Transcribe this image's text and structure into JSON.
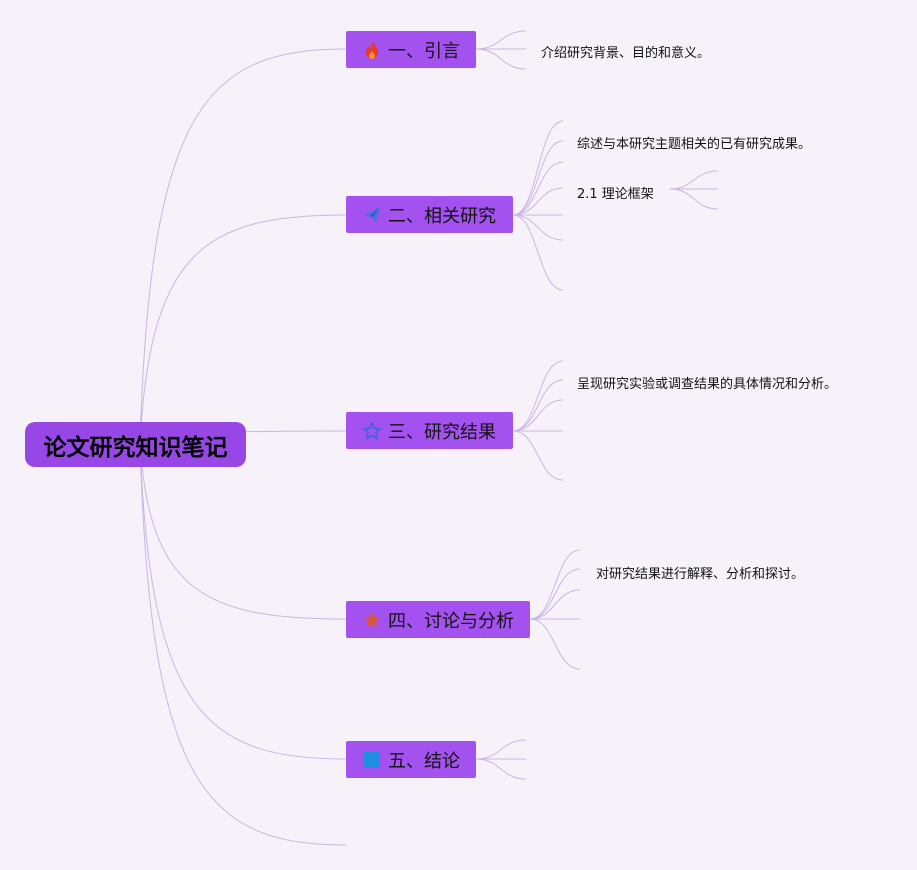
{
  "root": {
    "title": "论文研究知识笔记"
  },
  "branches": [
    {
      "label": "一、引言",
      "icon": "fire-icon",
      "icon_color": "#e53c2a",
      "leaves": [
        "介绍研究背景、目的和意义。"
      ]
    },
    {
      "label": "二、相关研究",
      "icon": "paper-plane-icon",
      "icon_color": "#4a6fe0",
      "leaves": [
        "综述与本研究主题相关的已有研究成果。",
        "2.1 理论框架"
      ]
    },
    {
      "label": "三、研究结果",
      "icon": "star-outline-icon",
      "icon_color": "#3e63e0",
      "leaves": [
        "呈现研究实验或调查结果的具体情况和分析。"
      ]
    },
    {
      "label": "四、讨论与分析",
      "icon": "star-icon",
      "icon_color": "#d9573a",
      "leaves": [
        "对研究结果进行解释、分析和探讨。"
      ]
    },
    {
      "label": "五、结论",
      "icon": "square-icon",
      "icon_color": "#1e8fe0",
      "leaves": []
    }
  ],
  "colors": {
    "background": "#f7f2fa",
    "node": "#a452ef",
    "root": "#9747e6",
    "link": "#c9b6e4"
  }
}
